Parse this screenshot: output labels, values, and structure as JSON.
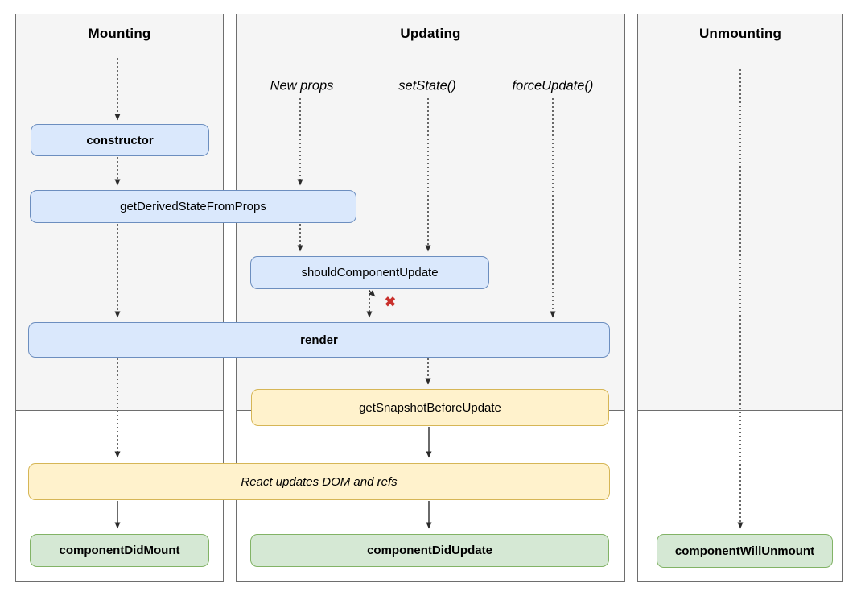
{
  "columns": {
    "mounting": {
      "title": "Mounting"
    },
    "updating": {
      "title": "Updating"
    },
    "unmounting": {
      "title": "Unmounting"
    }
  },
  "triggers": {
    "new_props": "New props",
    "set_state": "setState()",
    "force_update": "forceUpdate()"
  },
  "nodes": {
    "constructor": "constructor",
    "get_derived_state_from_props": "getDerivedStateFromProps",
    "should_component_update": "shouldComponentUpdate",
    "render": "render",
    "get_snapshot_before_update": "getSnapshotBeforeUpdate",
    "react_updates_dom": "React updates DOM and refs",
    "component_did_mount": "componentDidMount",
    "component_did_update": "componentDidUpdate",
    "component_will_unmount": "componentWillUnmount"
  },
  "icons": {
    "no_update_icon": "✖"
  },
  "colors": {
    "node_blue_fill": "#dae8fc",
    "node_blue_stroke": "#6c8ebf",
    "node_yellow_fill": "#fff2cc",
    "node_yellow_stroke": "#d6b656",
    "node_green_fill": "#d5e8d4",
    "node_green_stroke": "#82b366",
    "panel_fill": "#f5f5f5",
    "panel_stroke": "#6e6e6e",
    "cancel_red": "#c9302c",
    "arrow": "#2b2b2b"
  }
}
